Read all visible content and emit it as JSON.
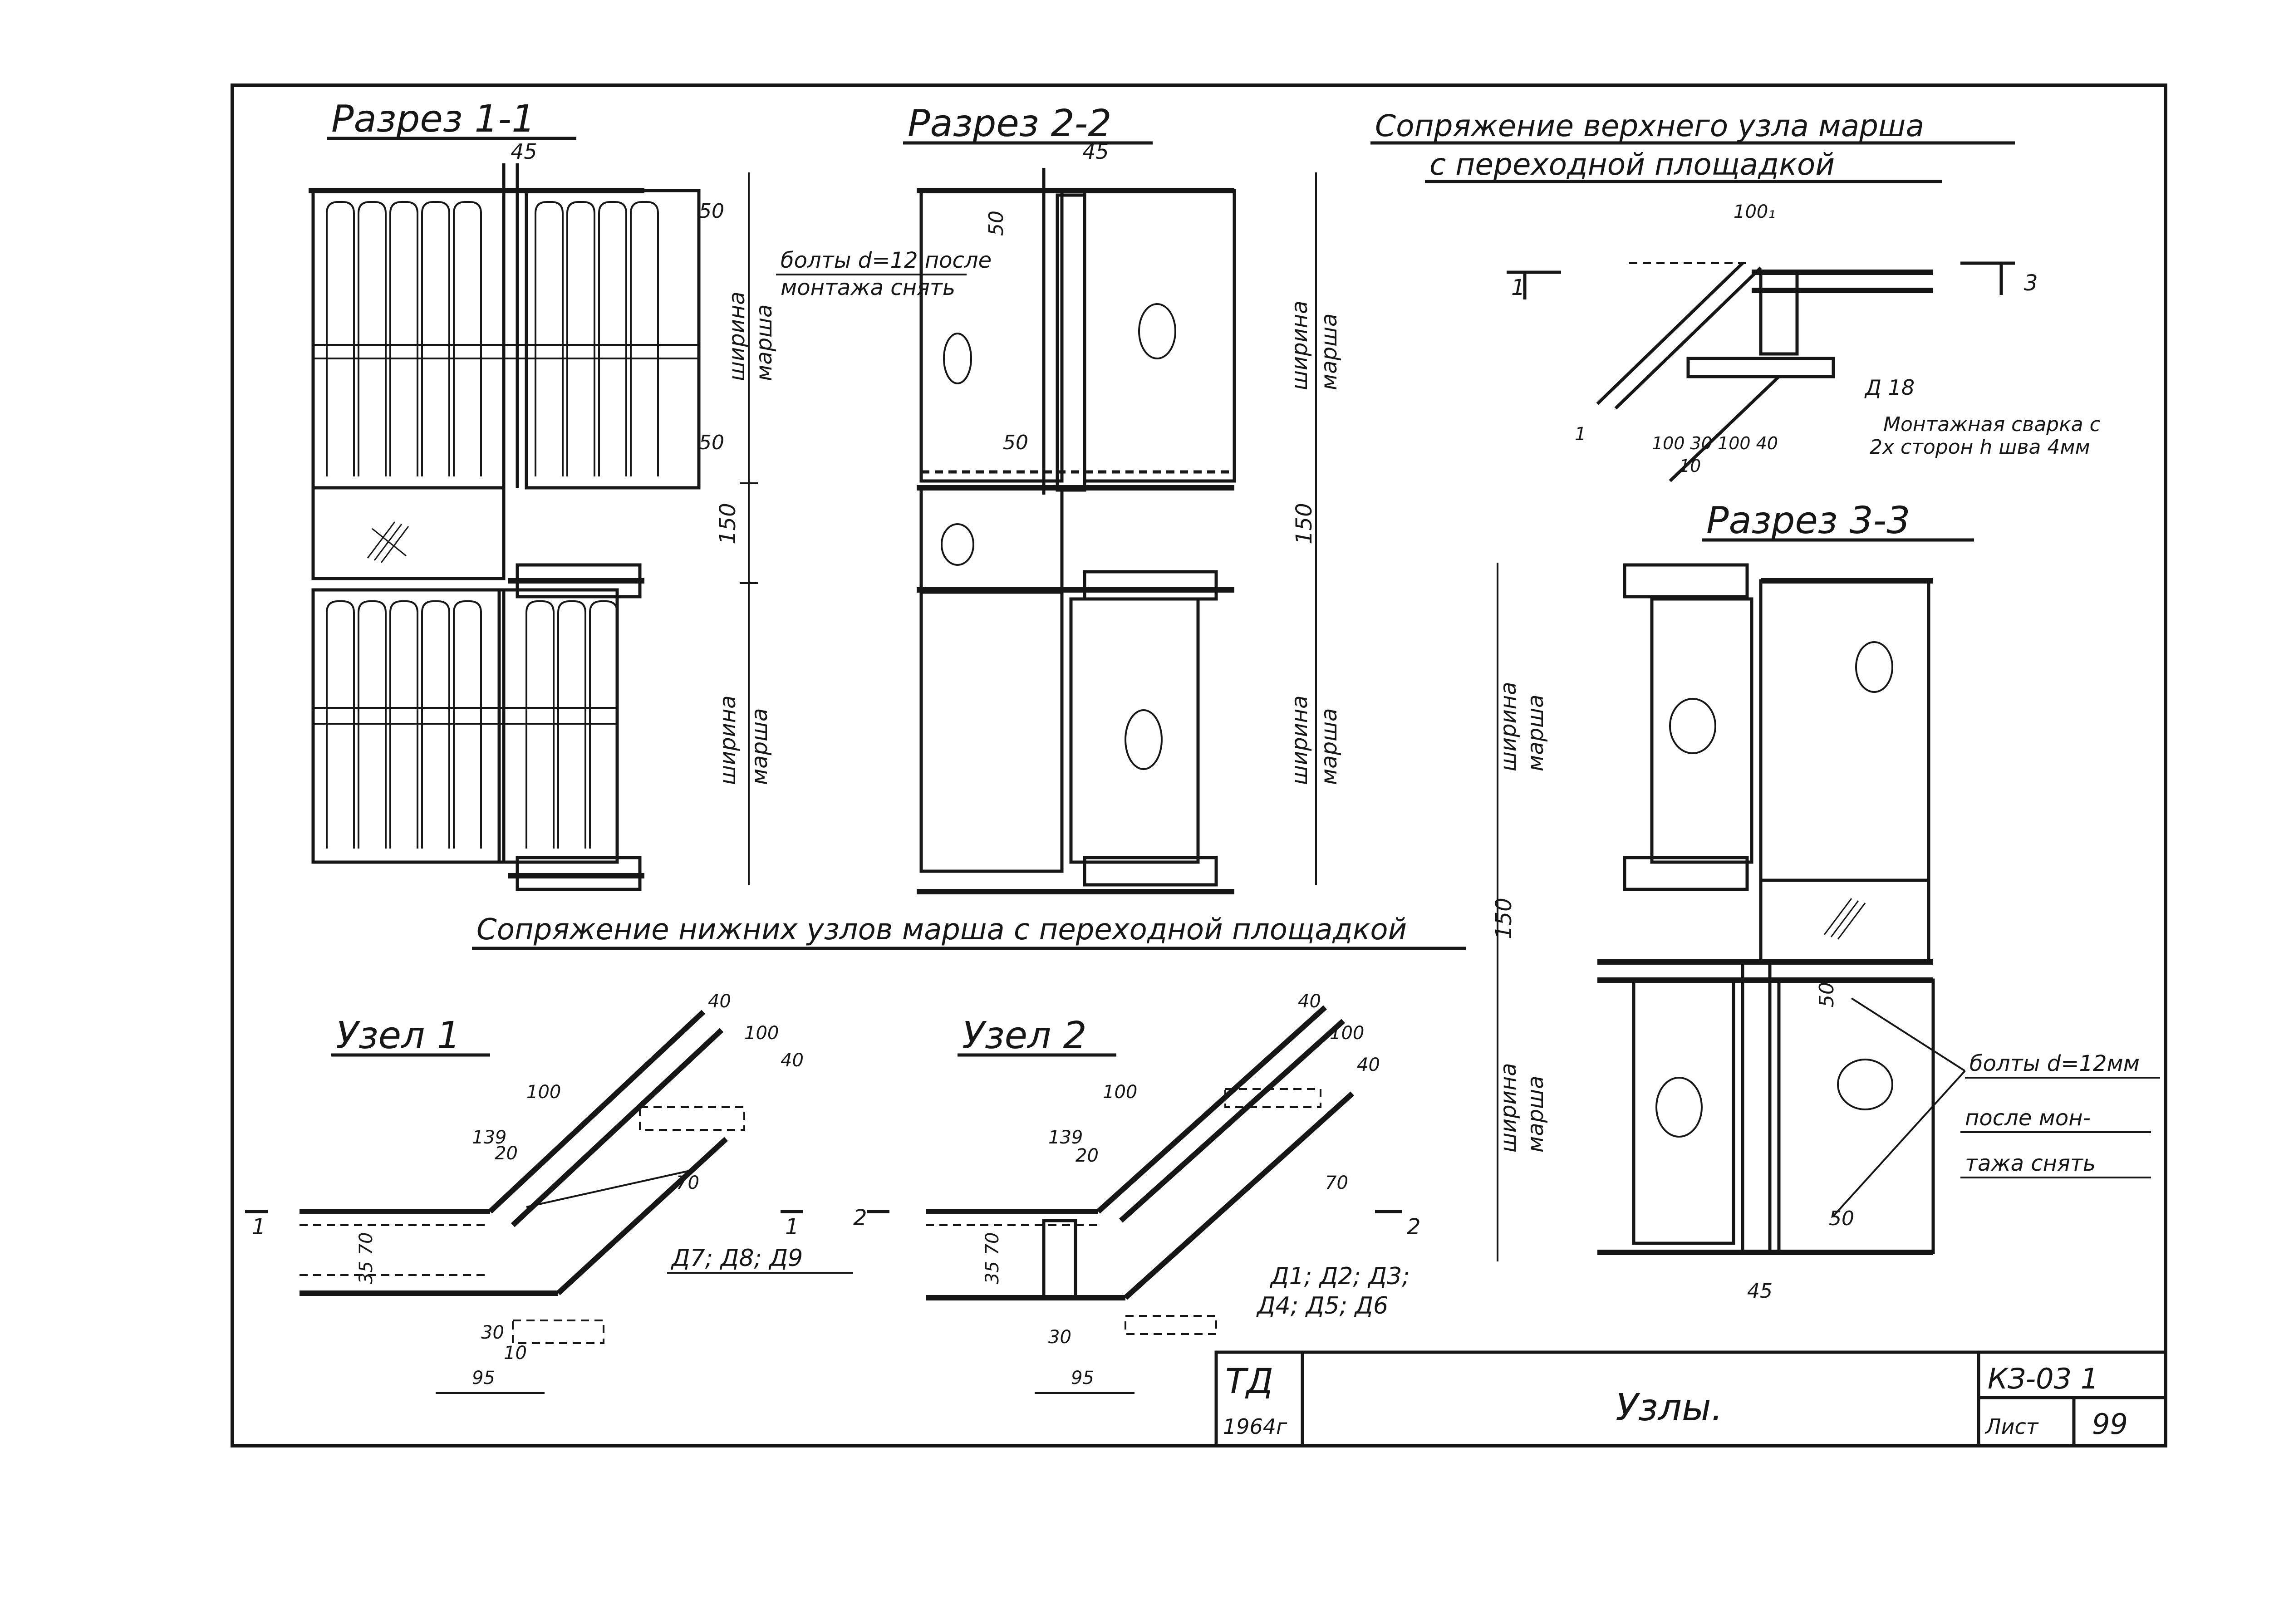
{
  "sheet": {
    "titles": {
      "section_1_1": "Разрез 1-1",
      "section_2_2": "Разрез 2-2",
      "upper_joint_line1": "Сопряжение верхнего узла марша",
      "upper_joint_line2": "с переходной площадкой",
      "section_3_3": "Разрез 3-3",
      "lower_joint": "Сопряжение нижних узлов марша с переходной площадкой",
      "node_1": "Узел 1",
      "node_2": "Узел 2"
    },
    "notes": {
      "bolts_top_line1": "болты d=12 после",
      "bolts_top_line2": "монтажа снять",
      "bolts_right_line1": "болты d=12мм",
      "bolts_right_line2": "после мон-",
      "bolts_right_line3": "тажа снять",
      "weld_line1": "Монтажная сварка с",
      "weld_line2": "2х сторон h шва 4мм",
      "detail_d18": "Д 18",
      "details_node1": "Д7; Д8; Д9",
      "details_node2_line1": "Д1; Д2; Д3;",
      "details_node2_line2": "Д4; Д5; Д6"
    },
    "dimensions": {
      "d45": "45",
      "d50": "50",
      "d150": "150",
      "march_width_line1": "ширина",
      "march_width_line2": "марша",
      "d100": "100",
      "d100_1": "100₁",
      "d30": "30",
      "d40": "40",
      "d10": "10",
      "d20": "20",
      "d70": "70",
      "d139": "139",
      "d95": "95",
      "d35_70": "35 70",
      "bottom_chain": "100 30 100 40"
    },
    "markers": {
      "m1": "1",
      "m2": "2",
      "m3": "3"
    },
    "title_block": {
      "org": "ТД",
      "year": "1964г",
      "title": "Узлы.",
      "code": "КЗ-03 1",
      "sheet_label": "Лист",
      "sheet_number": "99"
    }
  }
}
